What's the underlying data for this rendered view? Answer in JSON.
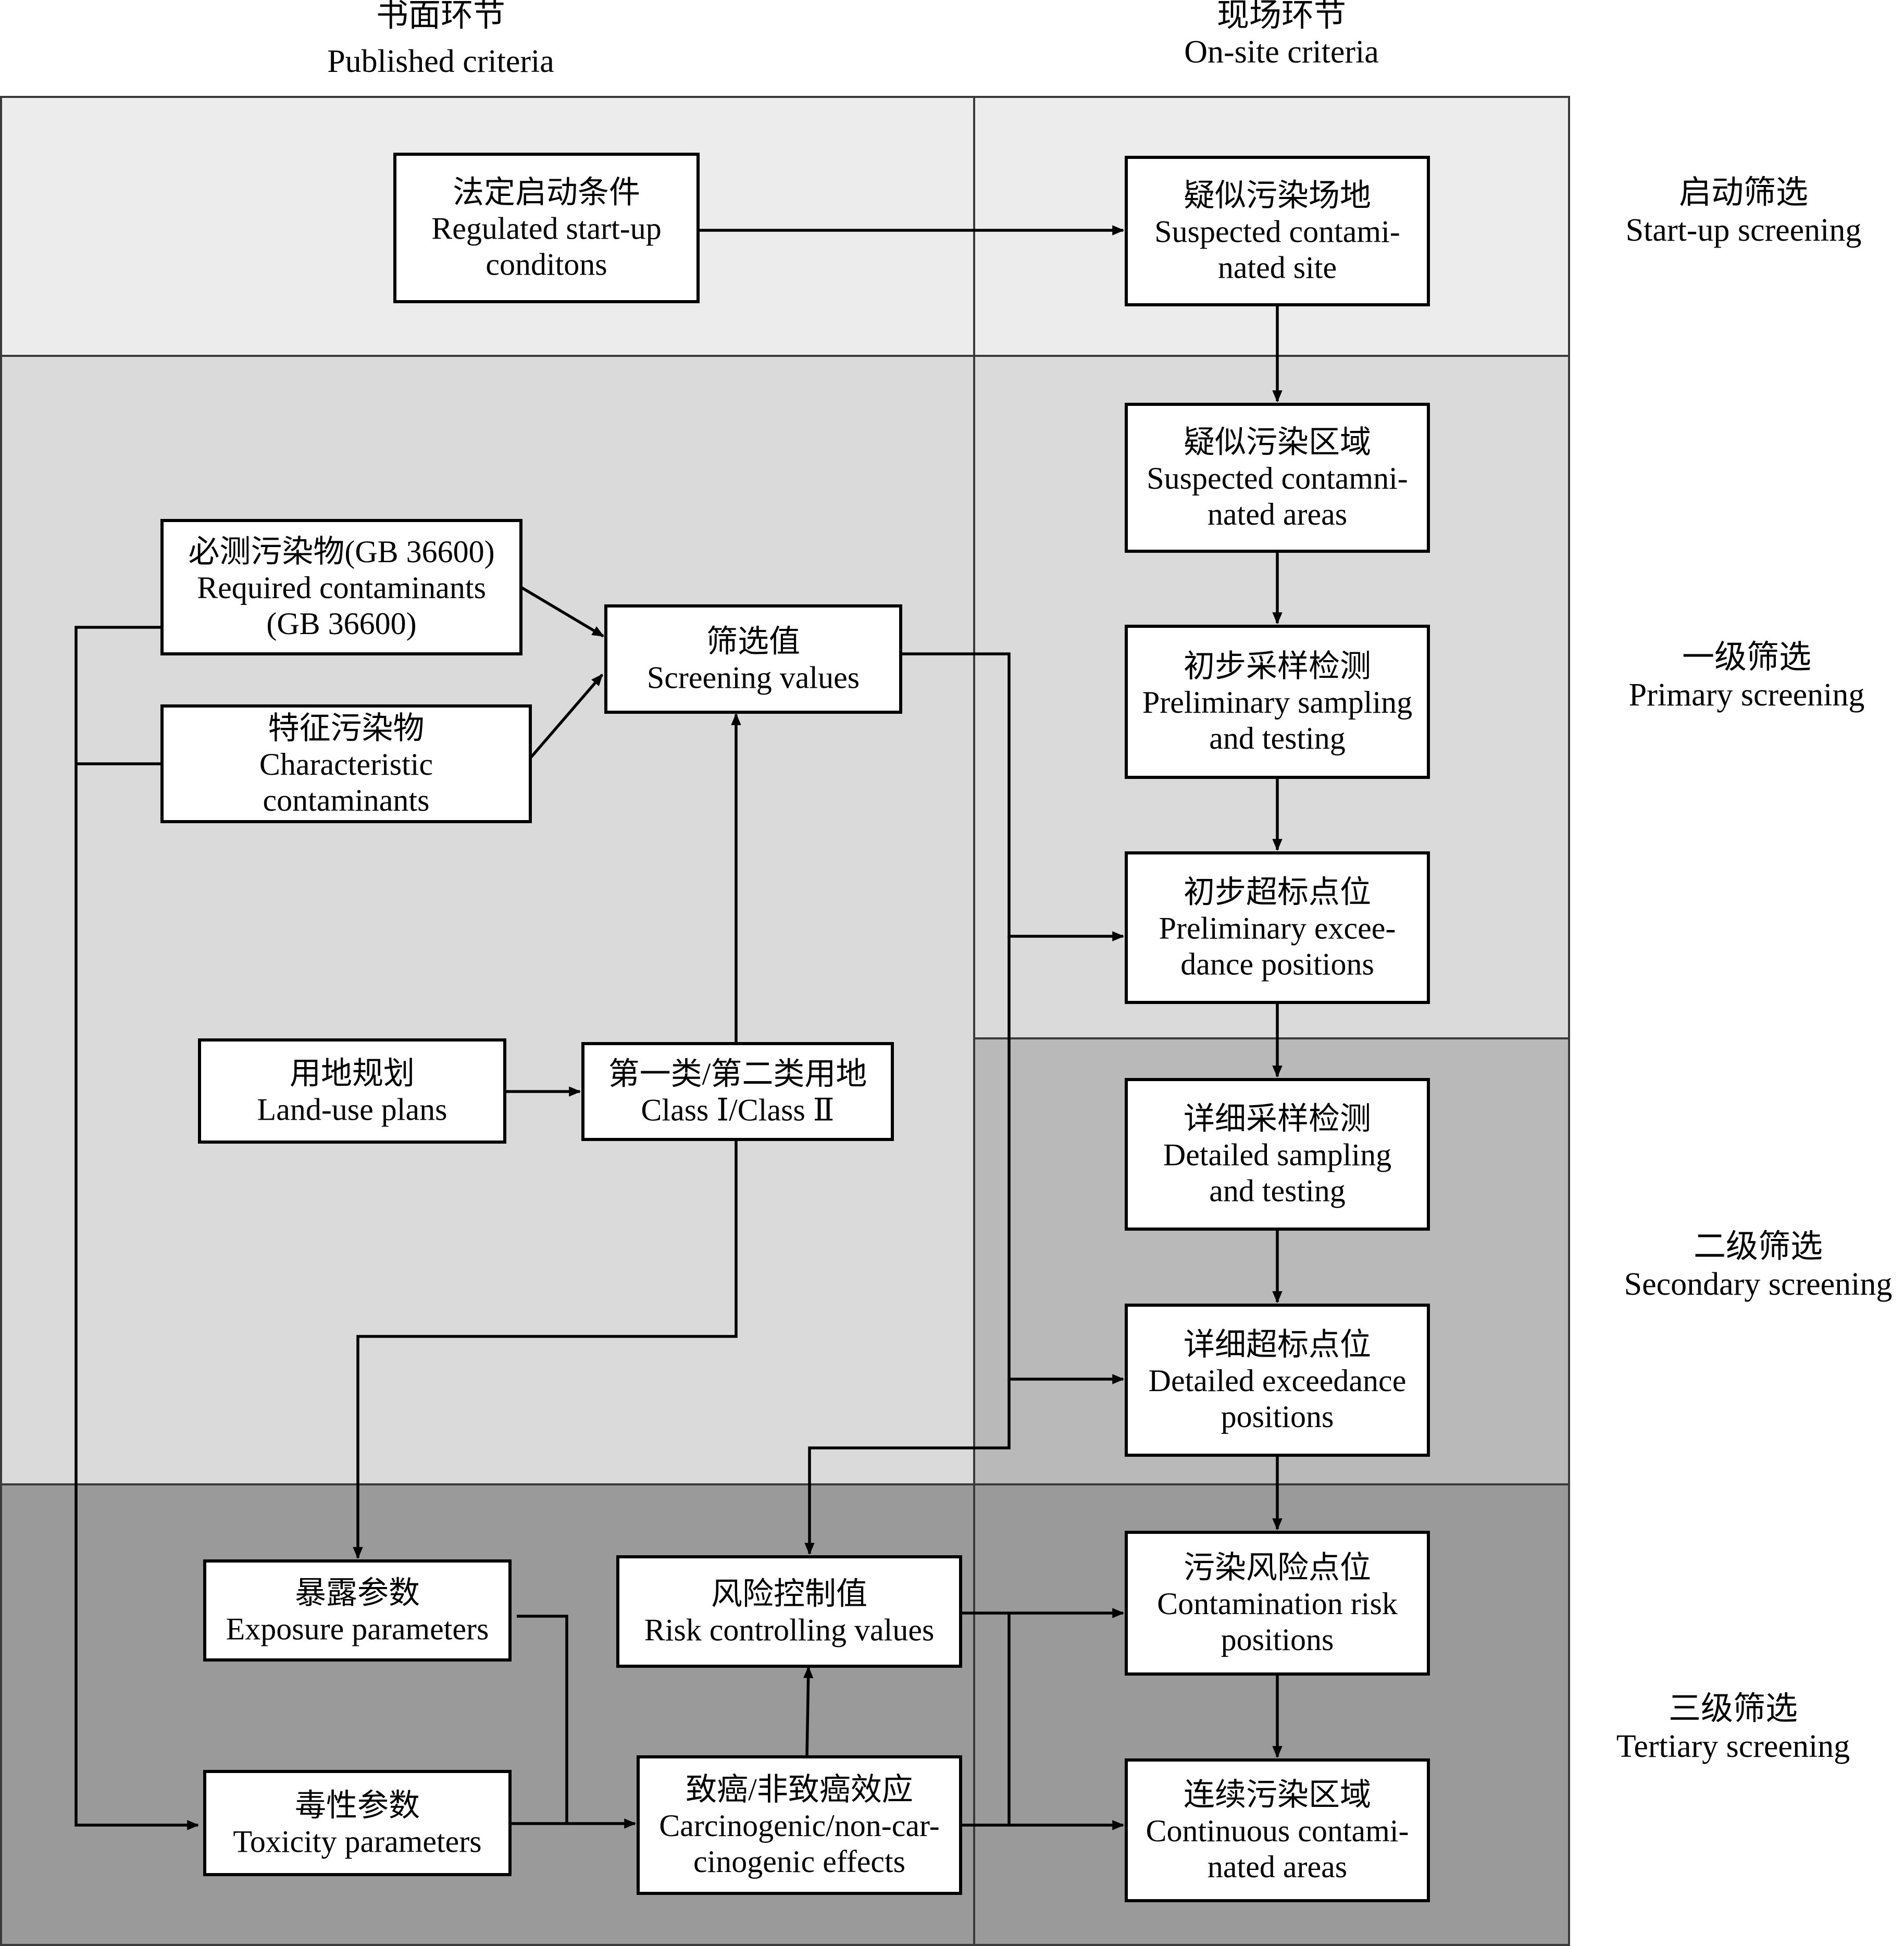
{
  "columns": {
    "published": {
      "zh": "书面环节",
      "en": "Published criteria"
    },
    "onsite": {
      "zh": "现场环节",
      "en": "On-site criteria"
    }
  },
  "stages": {
    "startup": {
      "zh": "启动筛选",
      "en": "Start-up screening"
    },
    "primary": {
      "zh": "一级筛选",
      "en": "Primary screening"
    },
    "secondary": {
      "zh": "二级筛选",
      "en": "Secondary screening"
    },
    "tertiary": {
      "zh": "三级筛选",
      "en": "Tertiary screening"
    }
  },
  "boxes": {
    "regulated_startup": [
      "法定启动条件",
      "Regulated start-up",
      "conditons"
    ],
    "required_contaminants": [
      "必测污染物(GB 36600)",
      "Required contaminants",
      "(GB 36600)"
    ],
    "characteristic_contaminants": [
      "特征污染物",
      "Characteristic",
      "contaminants"
    ],
    "screening_values": [
      "筛选值",
      "Screening values"
    ],
    "land_use_plans": [
      "用地规划",
      "Land-use plans"
    ],
    "land_class": [
      "第一类/第二类用地",
      "Class Ⅰ/Class Ⅱ"
    ],
    "exposure_parameters": [
      "暴露参数",
      "Exposure parameters"
    ],
    "toxicity_parameters": [
      "毒性参数",
      "Toxicity parameters"
    ],
    "risk_controlling_values": [
      "风险控制值",
      "Risk controlling values"
    ],
    "carcinogenic_effects": [
      "致癌/非致癌效应",
      "Carcinogenic/non-car-",
      "cinogenic effects"
    ],
    "suspected_site": [
      "疑似污染场地",
      "Suspected contami-",
      "nated site"
    ],
    "suspected_areas": [
      "疑似污染区域",
      "Suspected contamni-",
      "nated areas"
    ],
    "preliminary_sampling": [
      "初步采样检测",
      "Preliminary sampling",
      "and testing"
    ],
    "preliminary_exceedance": [
      "初步超标点位",
      "Preliminary excee-",
      "dance positions"
    ],
    "detailed_sampling": [
      "详细采样检测",
      "Detailed sampling",
      "and testing"
    ],
    "detailed_exceedance": [
      "详细超标点位",
      "Detailed exceedance",
      "positions"
    ],
    "contamination_risk": [
      "污染风险点位",
      "Contamination risk",
      "positions"
    ],
    "continuous_areas": [
      "连续污染区域",
      "Continuous contami-",
      "nated areas"
    ]
  },
  "colors": {
    "startup_band": "#ececec",
    "primary_band": "#dadada",
    "secondary_band": "#b9b9b9",
    "tertiary_band": "#9a9a9a"
  }
}
